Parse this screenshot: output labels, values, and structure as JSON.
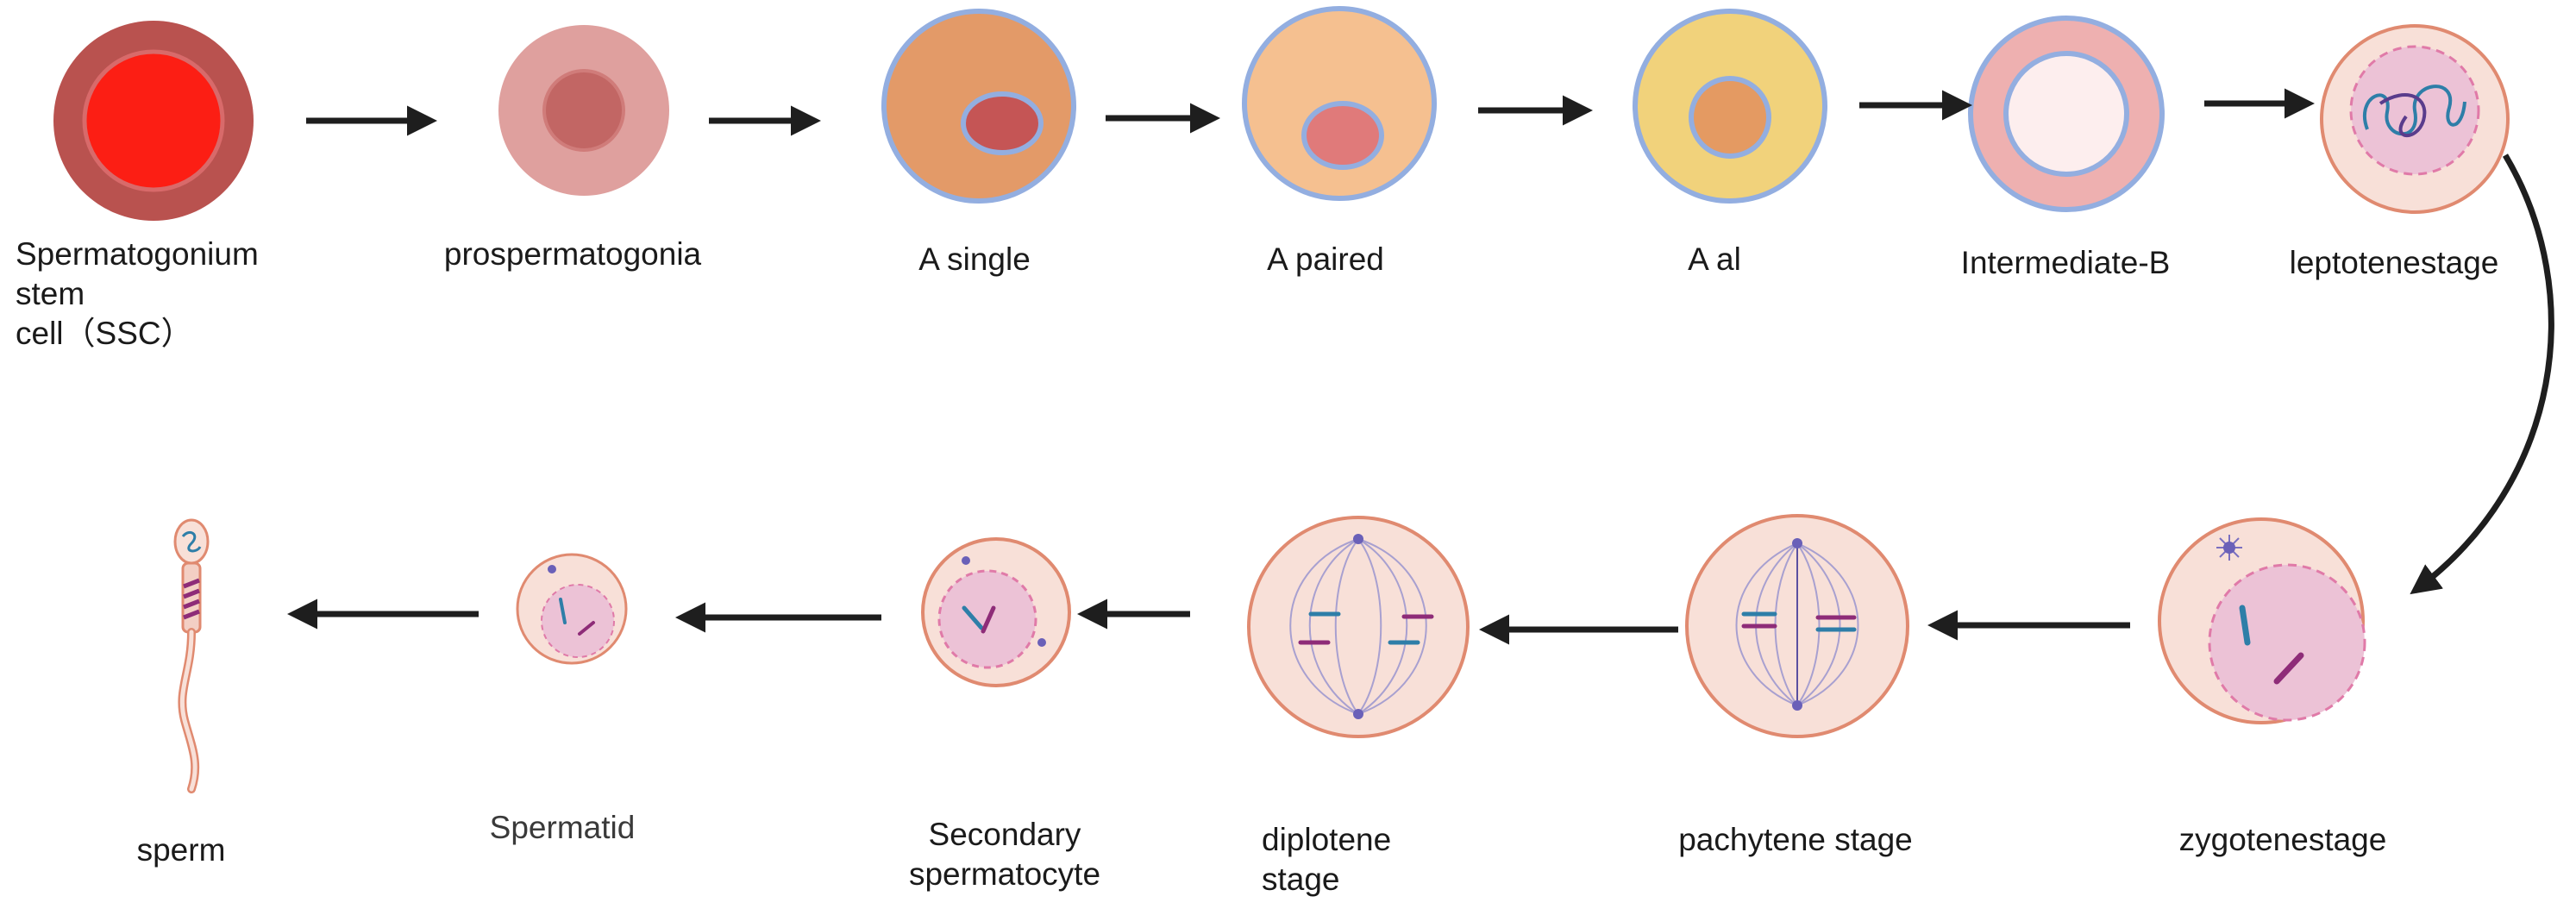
{
  "stages": [
    {
      "id": "ssc",
      "lines": [
        "Spermatogonium",
        "stem",
        "cell（SSC）"
      ]
    },
    {
      "id": "prospermatogonia",
      "lines": [
        "prospermatogonia"
      ]
    },
    {
      "id": "a-single",
      "lines": [
        "A single"
      ]
    },
    {
      "id": "a-paired",
      "lines": [
        "A paired"
      ]
    },
    {
      "id": "a-al",
      "lines": [
        "A al"
      ]
    },
    {
      "id": "intermediate-b",
      "lines": [
        "Intermediate-B"
      ]
    },
    {
      "id": "leptotene",
      "lines": [
        "leptotenestage"
      ]
    },
    {
      "id": "zygotene",
      "lines": [
        "zygotenestage"
      ]
    },
    {
      "id": "pachytene",
      "lines": [
        "pachytene stage"
      ]
    },
    {
      "id": "diplotene",
      "lines": [
        "diplotene",
        "stage"
      ]
    },
    {
      "id": "secondary-spermatocyte",
      "lines": [
        "Secondary",
        "spermatocyte"
      ]
    },
    {
      "id": "spermatid",
      "lines": [
        "Spermatid"
      ]
    },
    {
      "id": "sperm",
      "lines": [
        "sperm"
      ]
    }
  ],
  "colors": {
    "arrow": "#1e1e1e",
    "membrane_blue": "#93aee0",
    "ssc_outer": "#b9524f",
    "ssc_inner": "#fc1e14",
    "meiotic_cytoplasm": "#f8e0d8",
    "meiotic_outline": "#e08a70",
    "nucleus_fill": "#ecc2d6",
    "nucleus_dash": "#e07aa8",
    "chromosome_blue": "#2e7ea8",
    "chromosome_purple": "#8e2c78"
  }
}
